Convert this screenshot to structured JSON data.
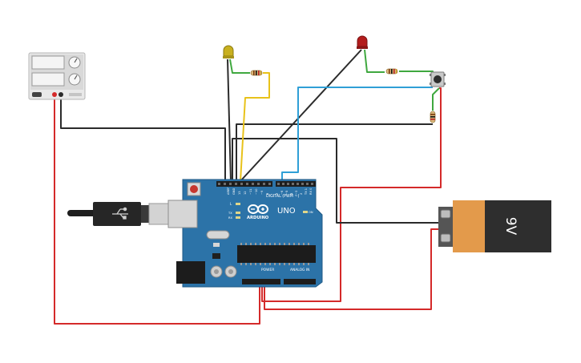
{
  "arduino": {
    "model": "UNO",
    "brand": "ARDUINO",
    "digital_header": "DIGITAL (PWM ~)",
    "power_header": "POWER",
    "analog_header": "ANALOG IN",
    "led_l": "L",
    "led_tx": "TX",
    "led_rx": "RX",
    "on_label": "ON",
    "aref": "AREF",
    "gnd": "GND",
    "pin13": "13",
    "pin12": "12",
    "pin11": "~11",
    "pin10": "~10",
    "pin9": "~9",
    "pin8": "8",
    "pin7": "7",
    "pin6": "~6",
    "pin5": "~5",
    "pin4": "4",
    "pin3": "~3",
    "pin2": "2",
    "pin1": "TX 1",
    "pin0": "RX 0"
  },
  "battery": {
    "label": "9V"
  },
  "colors": {
    "wire_red": "#d42a2a",
    "wire_black": "#2b2b2b",
    "wire_yellow": "#e8c21a",
    "wire_blue": "#2f9fd6",
    "wire_green": "#3fa83f",
    "board": "#2c73a8",
    "battery_orange": "#e39a4b",
    "battery_dark": "#2e2e2e"
  }
}
